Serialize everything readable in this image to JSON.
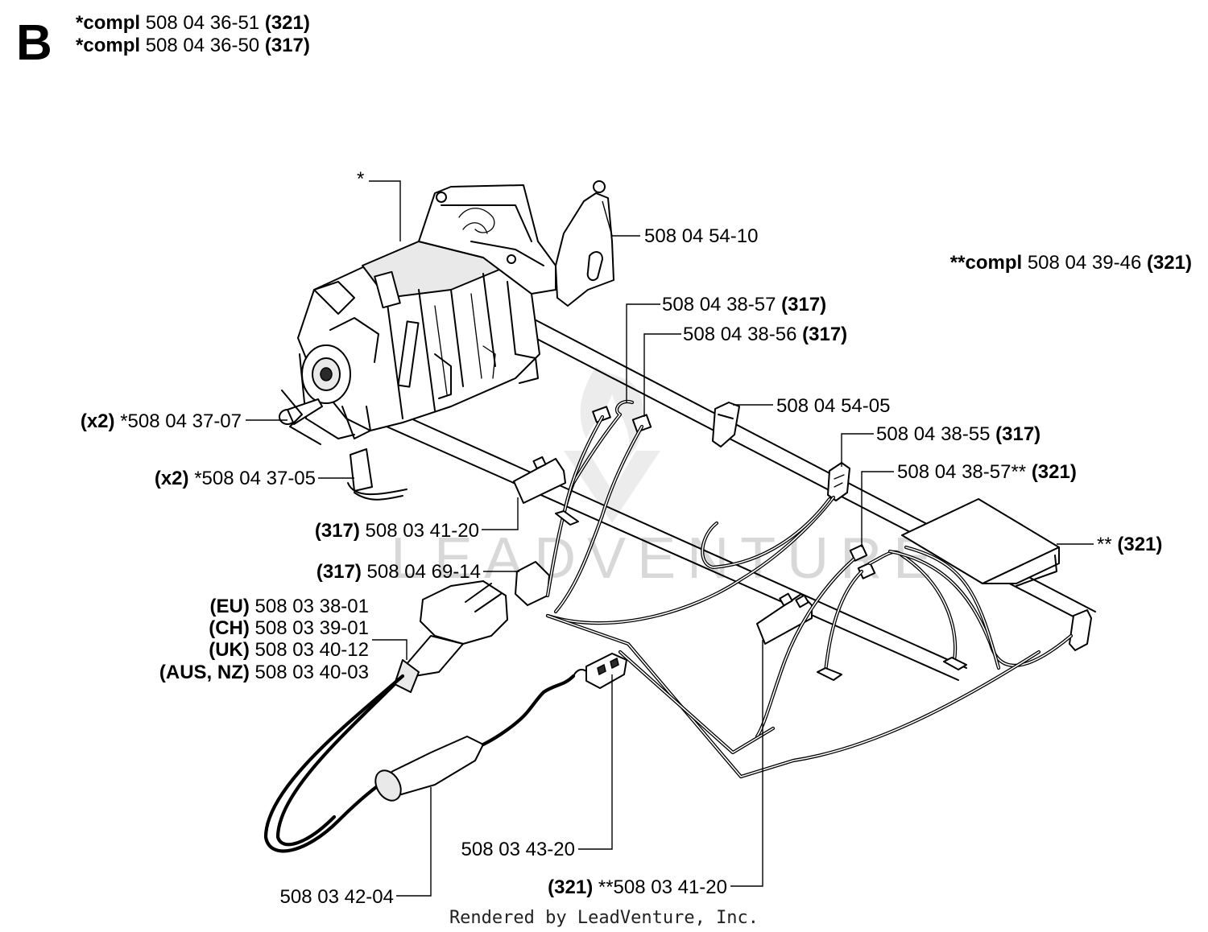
{
  "section": {
    "letter": "B"
  },
  "header": {
    "line1": {
      "prefix": "*compl",
      "number": "508 04 36-51",
      "model": "(321)"
    },
    "line2": {
      "prefix": "*compl",
      "number": "508 04 36-50",
      "model": "(317)"
    }
  },
  "callouts": {
    "star": "*",
    "c_5080454_10": "508 04 54-10",
    "compl_321": {
      "prefix": "**compl",
      "number": "508 04 39-46",
      "model": "(321)"
    },
    "c_5080438_57_317": {
      "number": "508 04 38-57",
      "model": "(317)"
    },
    "c_5080438_56_317": {
      "number": "508 04 38-56",
      "model": "(317)"
    },
    "c_5080454_05": "508 04 54-05",
    "c_5080438_55_317": {
      "number": "508 04 38-55",
      "model": "(317)"
    },
    "c_5080438_57_321": {
      "number": "508 04 38-57**",
      "model": "(321)"
    },
    "c_box_321": {
      "prefix": "**",
      "model": "(321)"
    },
    "c_5080437_07": {
      "qty": "(x2)",
      "number": "*508 04 37-07"
    },
    "c_5080437_05": {
      "qty": "(x2)",
      "number": "*508 04 37-05"
    },
    "c_5080341_20_317": {
      "model": "(317)",
      "number": "508 03 41-20"
    },
    "c_5080469_14_317": {
      "model": "(317)",
      "number": "508 04 69-14"
    },
    "plugs": [
      {
        "region": "(EU)",
        "number": "508 03 38-01"
      },
      {
        "region": "(CH)",
        "number": "508 03 39-01"
      },
      {
        "region": "(UK)",
        "number": "508 03 40-12"
      },
      {
        "region": "(AUS, NZ)",
        "number": "508 03 40-03"
      }
    ],
    "c_5080343_20": "508 03 43-20",
    "c_5080342_04": "508 03 42-04",
    "c_5080341_20_321": {
      "model": "(321)",
      "number": "**508 03 41-20"
    }
  },
  "footer": "Rendered by LeadVenture, Inc.",
  "watermark": "LEADVENTURE",
  "colors": {
    "ink": "#000000",
    "paper": "#ffffff",
    "watermark": "#d8d8d8"
  }
}
